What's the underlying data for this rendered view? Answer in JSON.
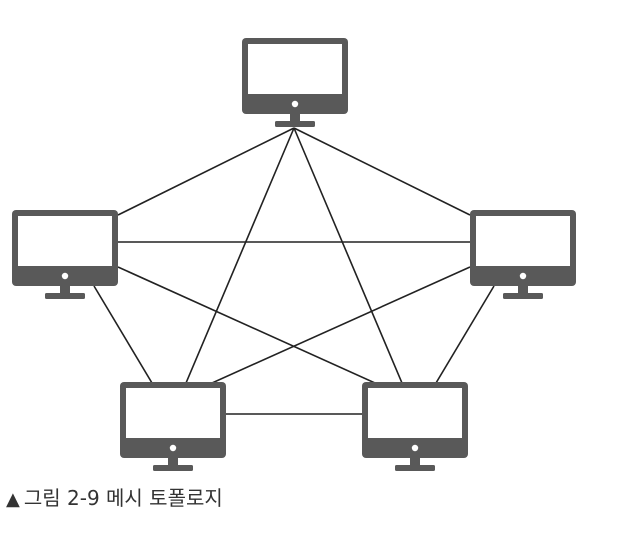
{
  "diagram": {
    "nodes": [
      {
        "id": "pc-top",
        "icon": "monitor-icon"
      },
      {
        "id": "pc-left",
        "icon": "monitor-icon"
      },
      {
        "id": "pc-right",
        "icon": "monitor-icon"
      },
      {
        "id": "pc-bottom-left",
        "icon": "monitor-icon"
      },
      {
        "id": "pc-bottom-right",
        "icon": "monitor-icon"
      }
    ],
    "links": [
      [
        "pc-top",
        "pc-left"
      ],
      [
        "pc-top",
        "pc-right"
      ],
      [
        "pc-top",
        "pc-bottom-left"
      ],
      [
        "pc-top",
        "pc-bottom-right"
      ],
      [
        "pc-left",
        "pc-right"
      ],
      [
        "pc-left",
        "pc-bottom-left"
      ],
      [
        "pc-left",
        "pc-bottom-right"
      ],
      [
        "pc-right",
        "pc-bottom-left"
      ],
      [
        "pc-right",
        "pc-bottom-right"
      ],
      [
        "pc-bottom-left",
        "pc-bottom-right"
      ]
    ],
    "colors": {
      "monitor": "#595959",
      "screen": "#ffffff",
      "link": "#222222"
    }
  },
  "caption": {
    "marker": "▲",
    "text": "그림 2-9 메시 토폴로지"
  }
}
